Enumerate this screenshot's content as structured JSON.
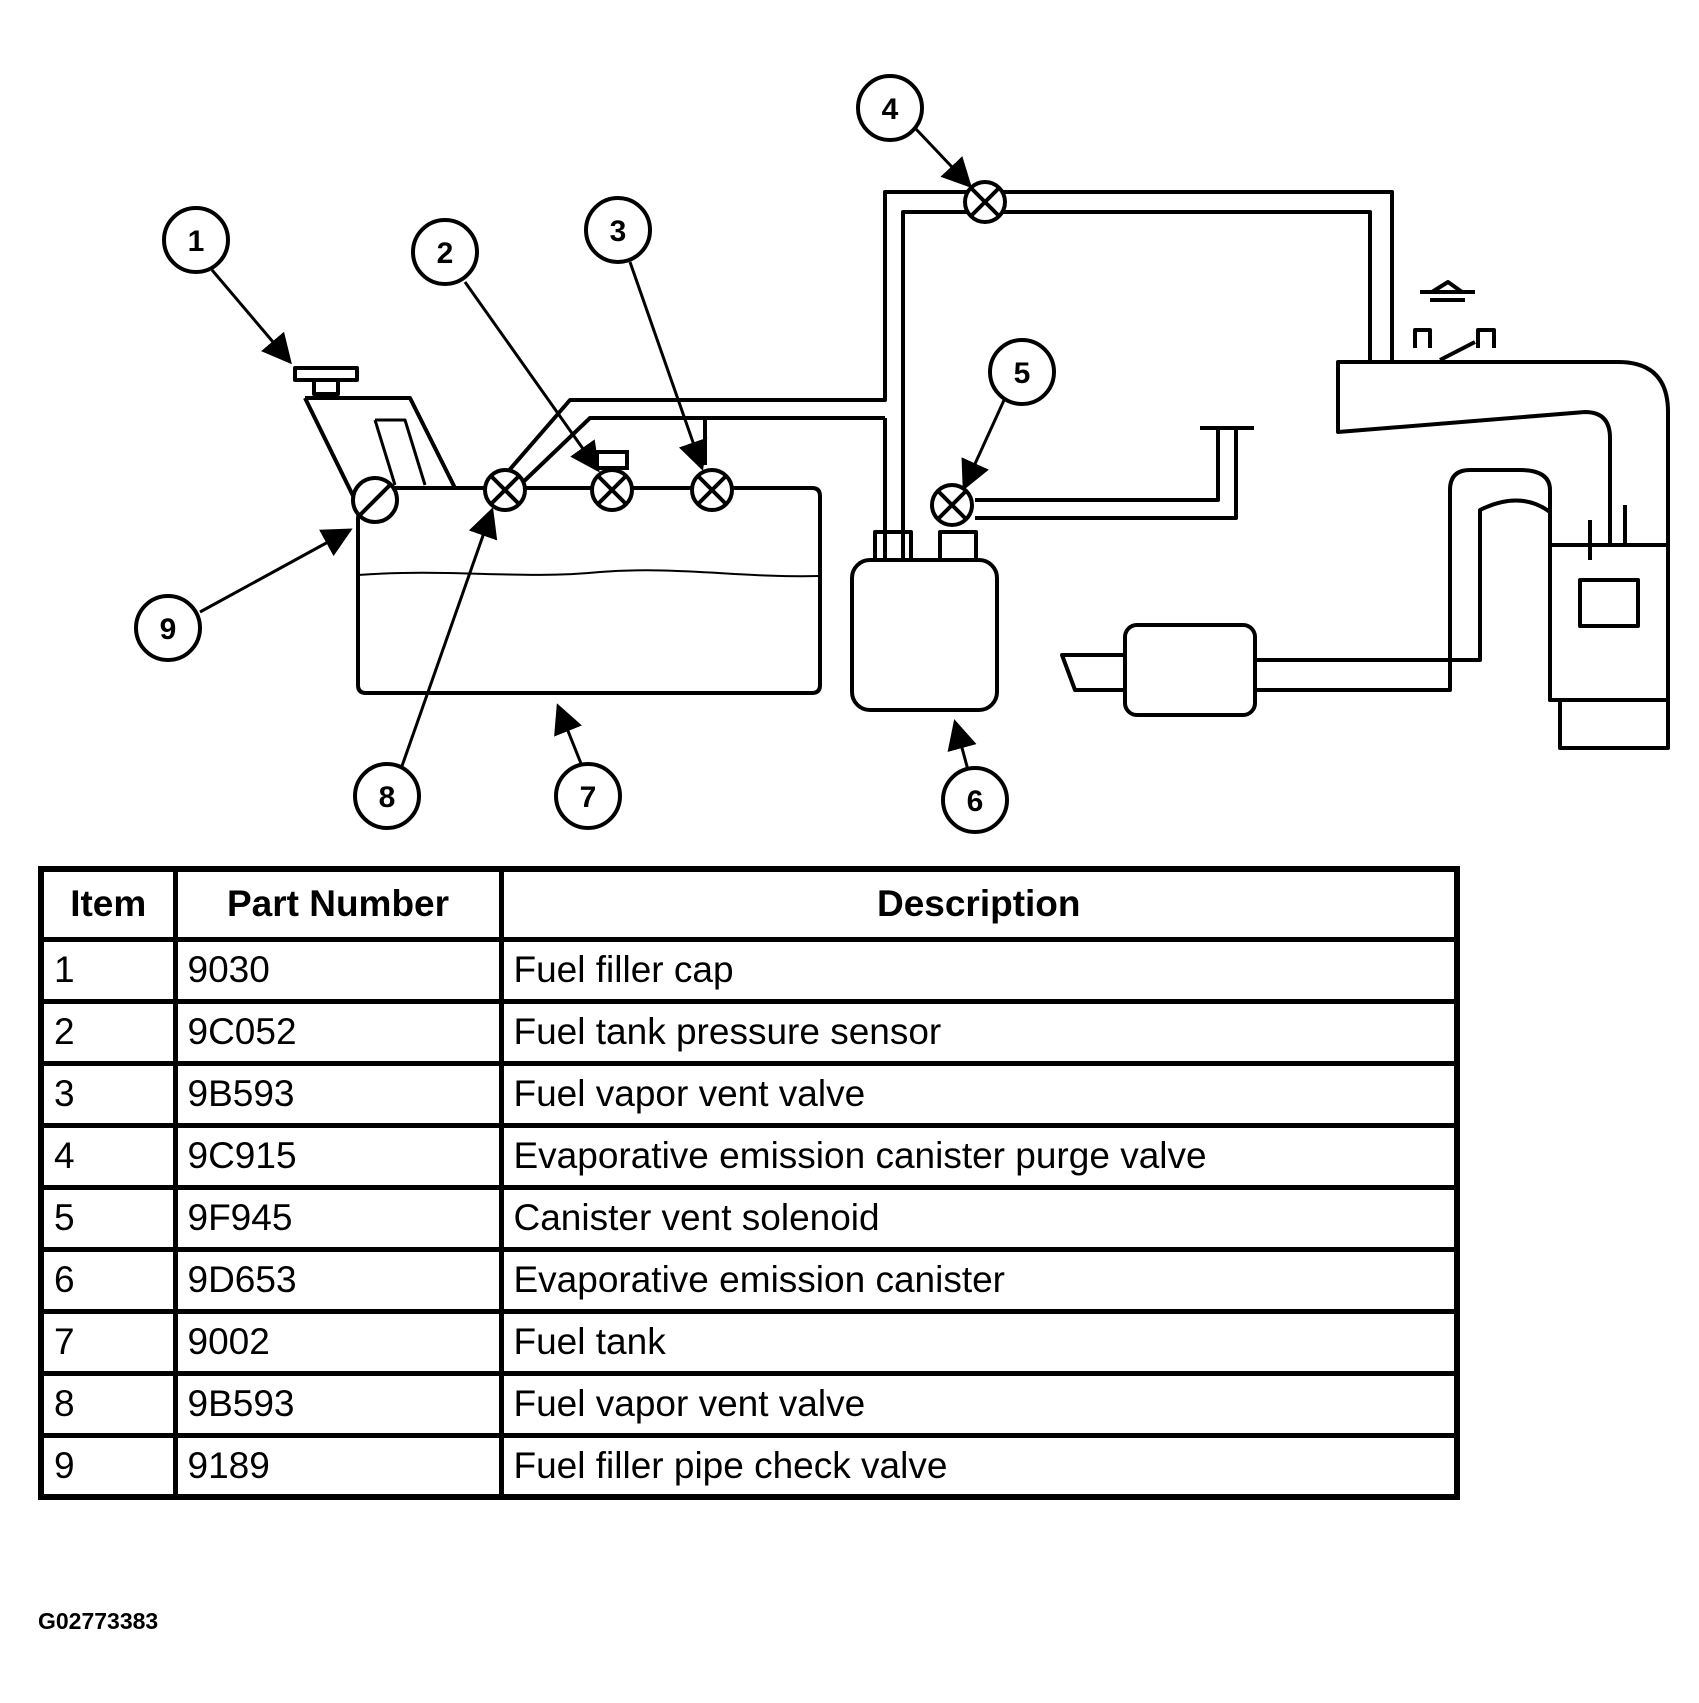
{
  "callouts": [
    {
      "id": "1"
    },
    {
      "id": "2"
    },
    {
      "id": "3"
    },
    {
      "id": "4"
    },
    {
      "id": "5"
    },
    {
      "id": "6"
    },
    {
      "id": "7"
    },
    {
      "id": "8"
    },
    {
      "id": "9"
    }
  ],
  "table": {
    "headers": {
      "item": "Item",
      "part_number": "Part Number",
      "description": "Description"
    },
    "rows": [
      {
        "item": "1",
        "part_number": "9030",
        "description": "Fuel filler cap"
      },
      {
        "item": "2",
        "part_number": "9C052",
        "description": "Fuel tank pressure sensor"
      },
      {
        "item": "3",
        "part_number": "9B593",
        "description": "Fuel vapor vent valve"
      },
      {
        "item": "4",
        "part_number": "9C915",
        "description": "Evaporative emission canister purge valve"
      },
      {
        "item": "5",
        "part_number": "9F945",
        "description": "Canister vent solenoid"
      },
      {
        "item": "6",
        "part_number": "9D653",
        "description": "Evaporative emission canister"
      },
      {
        "item": "7",
        "part_number": "9002",
        "description": "Fuel tank"
      },
      {
        "item": "8",
        "part_number": "9B593",
        "description": "Fuel vapor vent valve"
      },
      {
        "item": "9",
        "part_number": "9189",
        "description": "Fuel filler pipe check valve"
      }
    ]
  },
  "figure_id": "G02773383"
}
